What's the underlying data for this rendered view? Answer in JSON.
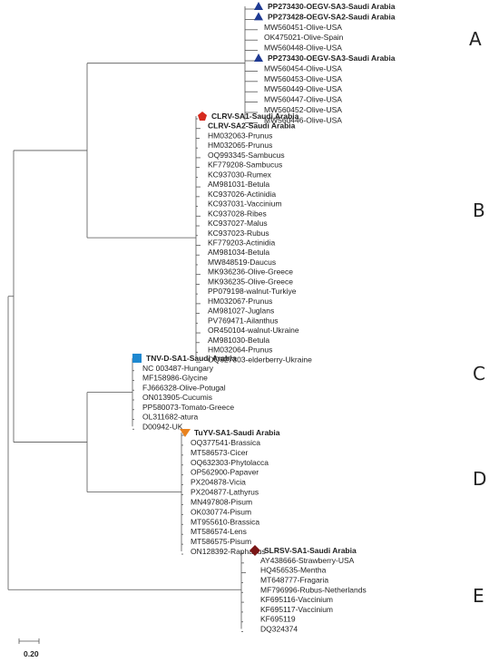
{
  "clade_labels": [
    "A",
    "B",
    "C",
    "D",
    "E"
  ],
  "scale_bar": "0.20",
  "colors": {
    "blue": "#1f3a93",
    "red": "#d62a1e",
    "lightblue": "#1e88d0",
    "orange": "#e8821e",
    "darkred": "#7a1616",
    "branch": "#555555",
    "text": "#222222"
  },
  "clades": {
    "A": {
      "leaves": [
        {
          "text": "PP273430-OEGV-SA3-Saudi Arabia",
          "highlight": true,
          "color": "#1f3a93",
          "marker": "triangle-up"
        },
        {
          "text": "PP273428-OEGV-SA2-Saudi Arabia",
          "highlight": true,
          "color": "#1f3a93",
          "marker": "triangle-up"
        },
        {
          "text": "MW560451-Olive-USA"
        },
        {
          "text": "OK475021-Olive-Spain"
        },
        {
          "text": "MW560448-Olive-USA"
        },
        {
          "text": "PP273430-OEGV-SA3-Saudi Arabia",
          "highlight": true,
          "color": "#1f3a93",
          "marker": "triangle-up"
        },
        {
          "text": "MW560454-Olive-USA"
        },
        {
          "text": "MW560453-Olive-USA"
        },
        {
          "text": "MW560449-Olive-USA"
        },
        {
          "text": "MW560447-Olive-USA"
        },
        {
          "text": "MW560452-Olive-USA"
        },
        {
          "text": "MW560446-Olive-USA"
        }
      ]
    },
    "B": {
      "leaves": [
        {
          "text": "CLRV-SA1-Saudi Arabia",
          "highlight": true,
          "color": "#d62a1e",
          "marker": "circle"
        },
        {
          "text": "CLRV-SA2-Saudi Arabia",
          "highlight": true,
          "color": "#d62a1e"
        },
        {
          "text": "HM032063-Prunus"
        },
        {
          "text": "HM032065-Prunus"
        },
        {
          "text": "OQ993345-Sambucus"
        },
        {
          "text": "KF779208-Sambucus"
        },
        {
          "text": "KC937030-Rumex"
        },
        {
          "text": "AM981031-Betula"
        },
        {
          "text": "KC937026-Actinidia"
        },
        {
          "text": "KC937031-Vaccinium"
        },
        {
          "text": "KC937028-Ribes"
        },
        {
          "text": "KC937027-Malus"
        },
        {
          "text": "KC937023-Rubus"
        },
        {
          "text": "KF779203-Actinidia"
        },
        {
          "text": "AM981034-Betula"
        },
        {
          "text": "MW848519-Daucus"
        },
        {
          "text": "MK936236-Olive-Greece"
        },
        {
          "text": "MK936235-Olive-Greece"
        },
        {
          "text": "PP079198-walnut-Turkiye"
        },
        {
          "text": "HM032067-Prunus"
        },
        {
          "text": "AM981027-Juglans"
        },
        {
          "text": "PV769471-Ailanthus"
        },
        {
          "text": "OR450104-walnut-Ukraine"
        },
        {
          "text": "AM981030-Betula"
        },
        {
          "text": "HM032064-Prunus"
        },
        {
          "text": "OQ627303-elderberry-Ukraine"
        }
      ]
    },
    "C": {
      "leaves": [
        {
          "text": "TNV-D-SA1-Saudi Arabia",
          "highlight": true,
          "color": "#1e88d0",
          "marker": "square"
        },
        {
          "text": "NC 003487-Hungary"
        },
        {
          "text": "MF158986-Glycine"
        },
        {
          "text": "FJ666328-Olive-Potugal"
        },
        {
          "text": "ON013905-Cucumis"
        },
        {
          "text": "PP580073-Tomato-Greece"
        },
        {
          "text": "OL311682-atura"
        },
        {
          "text": "D00942-UK"
        }
      ]
    },
    "D": {
      "leaves": [
        {
          "text": "TuYV-SA1-Saudi Arabia",
          "highlight": true,
          "color": "#e8821e",
          "marker": "triangle-down"
        },
        {
          "text": "OQ377541-Brassica"
        },
        {
          "text": "MT586573-Cicer"
        },
        {
          "text": "OQ632303-Phytolacca"
        },
        {
          "text": "OP562900-Papaver"
        },
        {
          "text": "PX204878-Vicia"
        },
        {
          "text": "PX204877-Lathyrus"
        },
        {
          "text": "MN497808-Pisum"
        },
        {
          "text": "OK030774-Pisum"
        },
        {
          "text": "MT955610-Brassica"
        },
        {
          "text": "MT586574-Lens"
        },
        {
          "text": "MT586575-Pisum"
        },
        {
          "text": "ON128392-Raphanus"
        }
      ]
    },
    "E": {
      "leaves": [
        {
          "text": "SLRSV-SA1-Saudi Arabia",
          "highlight": true,
          "color": "#d62a1e",
          "marker": "diamond",
          "marker_color": "#7a1616"
        },
        {
          "text": "AY438666-Strawberry-USA"
        },
        {
          "text": "HQ456535-Mentha"
        },
        {
          "text": "MT648777-Fragaria"
        },
        {
          "text": "MF796996-Rubus-Netherlands"
        },
        {
          "text": "KF695116-Vaccinium"
        },
        {
          "text": "KF695117-Vaccinium"
        },
        {
          "text": "KF695119"
        },
        {
          "text": "DQ324374"
        }
      ]
    }
  }
}
